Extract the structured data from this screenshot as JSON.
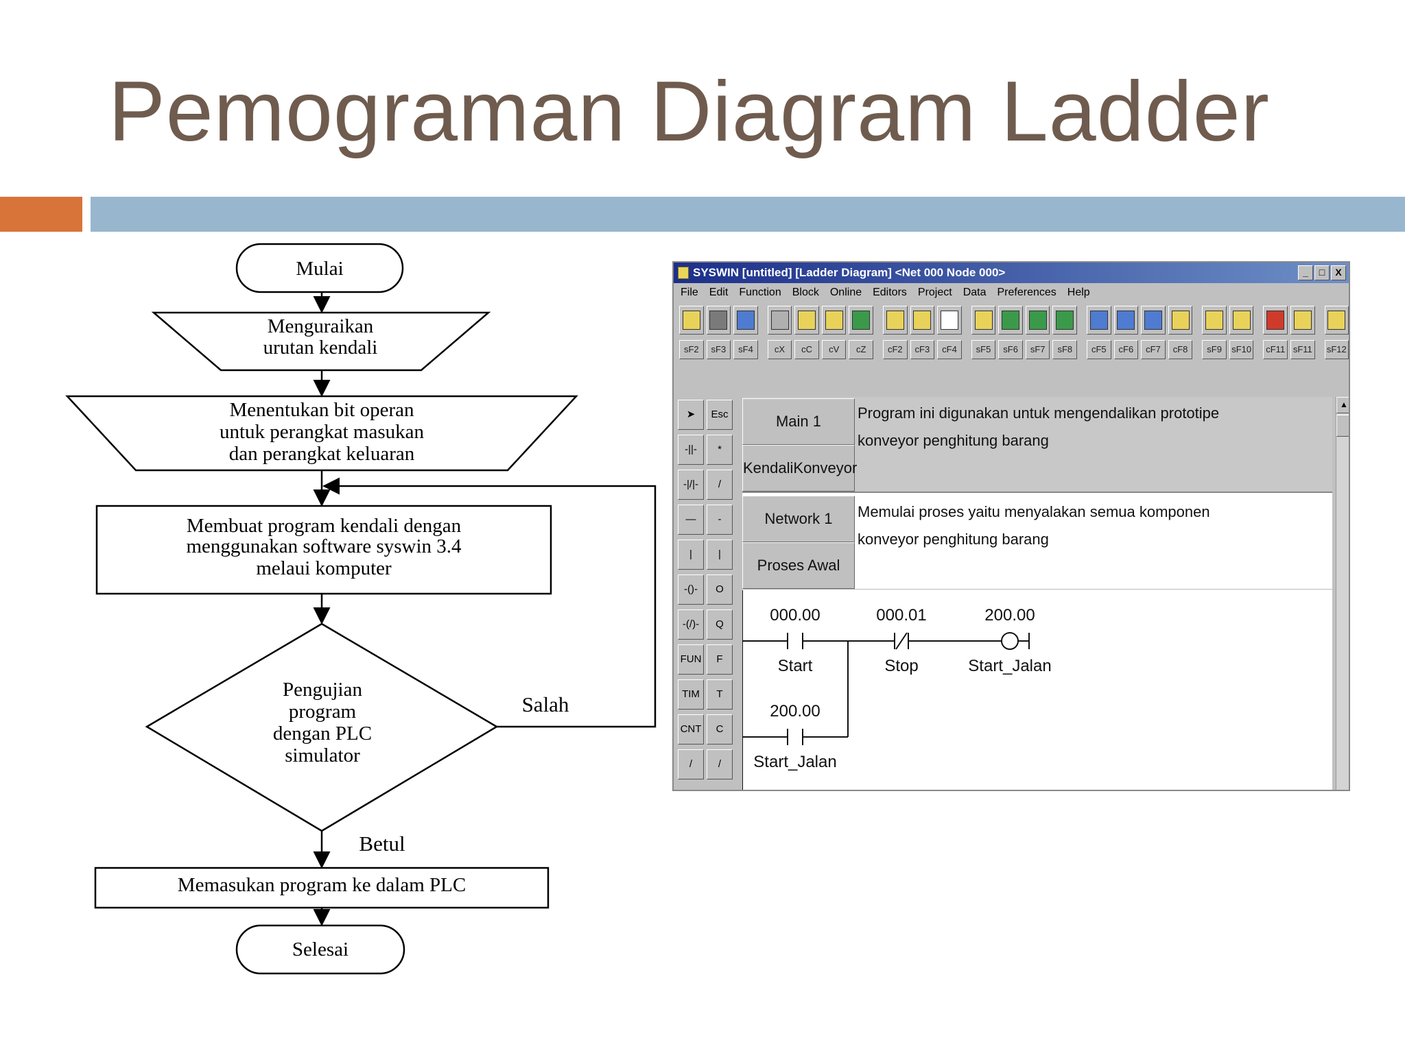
{
  "slide": {
    "title": "Pemograman Diagram Ladder"
  },
  "flowchart": {
    "start": "Mulai",
    "step1": [
      "Menguraikan",
      "urutan kendali"
    ],
    "step2": [
      "Menentukan bit operan",
      "untuk perangkat masukan",
      "dan perangkat keluaran"
    ],
    "step3": [
      "Membuat program kendali dengan",
      "menggunakan software syswin 3.4",
      "melaui komputer"
    ],
    "decision": [
      "Pengujian",
      "program",
      "dengan PLC",
      "simulator"
    ],
    "no_label": "Salah",
    "yes_label": "Betul",
    "step4": "Memasukan program ke dalam PLC",
    "end": "Selesai"
  },
  "syswin": {
    "title": "SYSWIN [untitled] [Ladder Diagram] <Net 000 Node 000>",
    "window_buttons": [
      "_",
      "□",
      "X"
    ],
    "menu": [
      "File",
      "Edit",
      "Function",
      "Block",
      "Online",
      "Editors",
      "Project",
      "Data",
      "Preferences",
      "Help"
    ],
    "fkeys": [
      "sF2",
      "sF3",
      "sF4",
      "cX",
      "cC",
      "cV",
      "cZ",
      "cF2",
      "cF3",
      "cF4",
      "sF5",
      "sF6",
      "sF7",
      "sF8",
      "cF5",
      "cF6",
      "cF7",
      "cF8",
      "sF9",
      "sF10",
      "cF11",
      "sF11",
      "sF12"
    ],
    "palette": [
      [
        "",
        "Esc"
      ],
      [
        "-||-",
        "*"
      ],
      [
        "-|/|-",
        "/"
      ],
      [
        "—",
        "-"
      ],
      [
        "|",
        "|"
      ],
      [
        "-()-",
        "O"
      ],
      [
        "-(/)-",
        "Q"
      ],
      [
        "FUN",
        "F"
      ],
      [
        "TIM",
        "T"
      ],
      [
        "CNT",
        "C"
      ],
      [
        "/",
        "/"
      ]
    ],
    "program": {
      "block_name": "Main 1",
      "block_sub": "KendaliKonveyor",
      "block_comment": [
        "Program ini digunakan untuk mengendalikan prototipe",
        "konveyor penghitung barang"
      ],
      "network_name": "Network 1",
      "network_sub": "Proses Awal",
      "network_comment": [
        "Memulai proses yaitu menyalakan semua komponen",
        "konveyor penghitung barang"
      ]
    },
    "rung": {
      "c1_addr": "000.00",
      "c1_name": "Start",
      "c2_addr": "000.01",
      "c2_name": "Stop",
      "coil_addr": "200.00",
      "coil_name": "Start_Jalan",
      "c3_addr": "200.00",
      "c3_name": "Start_Jalan"
    },
    "colors": {
      "titlebar": "#1c2f8a",
      "window_bg": "#c0c0c0"
    }
  }
}
